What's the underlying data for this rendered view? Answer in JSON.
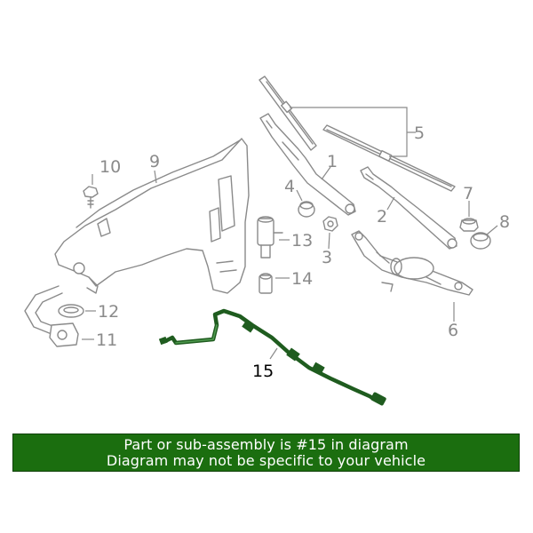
{
  "diagram": {
    "callouts": {
      "c1": "1",
      "c2": "2",
      "c3": "3",
      "c4": "4",
      "c5": "5",
      "c6": "6",
      "c7": "7",
      "c8": "8",
      "c9": "9",
      "c10": "10",
      "c11": "11",
      "c12": "12",
      "c13": "13",
      "c14": "14",
      "c15": "15"
    },
    "highlighted_part": "15",
    "highlight_color": "#1f5c1f"
  },
  "banner": {
    "line1": "Part or sub-assembly is #15 in diagram",
    "line2": "Diagram may not be specific to your vehicle",
    "background_color": "#1b6e0f"
  }
}
